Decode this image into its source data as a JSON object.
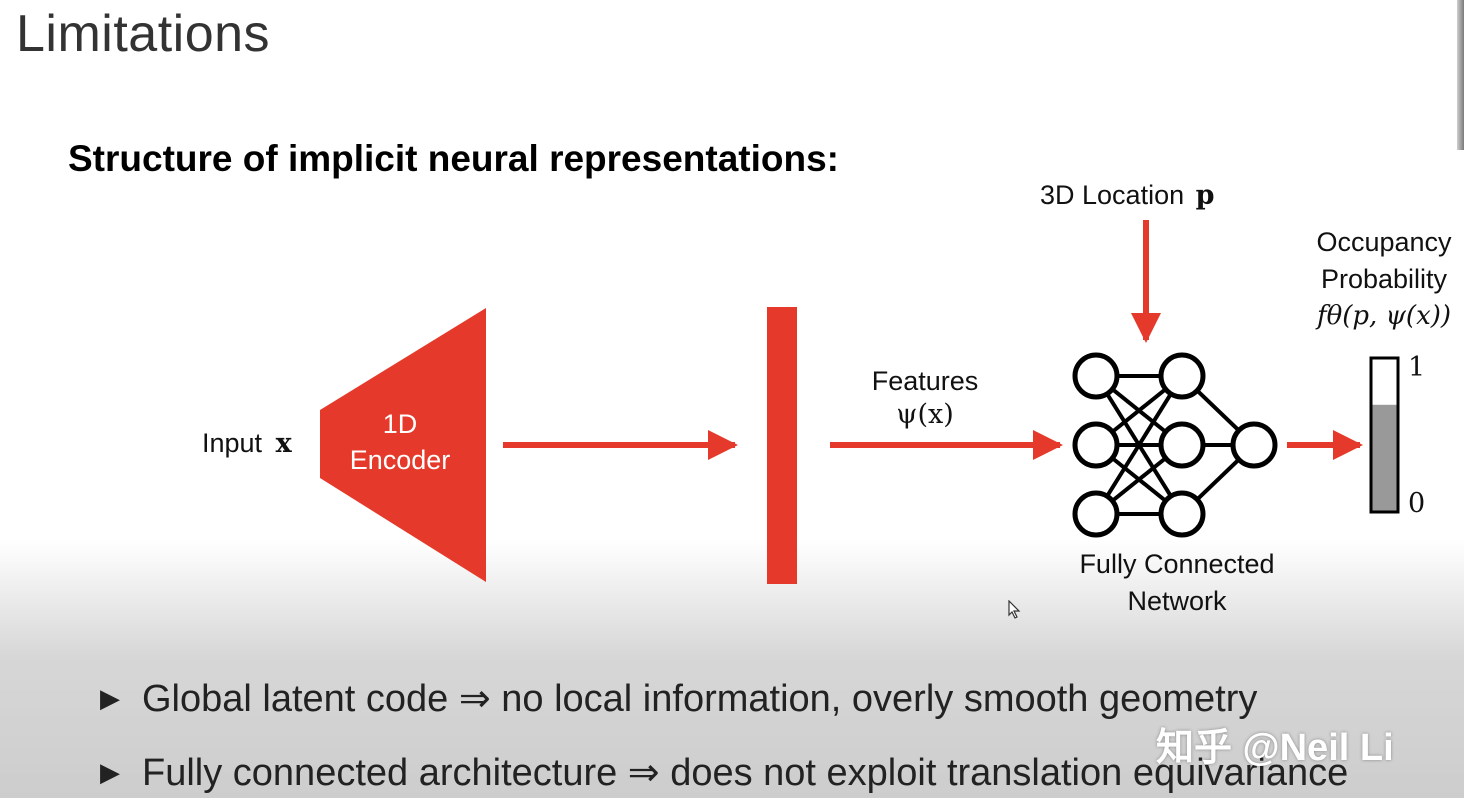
{
  "slide": {
    "title": "Limitations",
    "heading": "Structure of implicit neural representations:"
  },
  "diagram": {
    "input_label": "Input",
    "input_symbol": "x",
    "encoder_line1": "1D",
    "encoder_line2": "Encoder",
    "features_label": "Features",
    "features_symbol": "ψ(x)",
    "location_label": "3D Location",
    "location_symbol": "p",
    "network_line1": "Fully Connected",
    "network_line2": "Network",
    "occupancy_line1": "Occupancy",
    "occupancy_line2": "Probability",
    "occupancy_formula": "fθ(p, ψ(x))",
    "scale_max": "1",
    "scale_min": "0",
    "occupancy_level": 0.7,
    "accent_color": "#e53a2b"
  },
  "bullets": [
    "Global latent code ⇒ no local information, overly smooth geometry",
    "Fully connected architecture ⇒ does not exploit translation equivariance"
  ],
  "watermark": "知乎 @Neil Li"
}
